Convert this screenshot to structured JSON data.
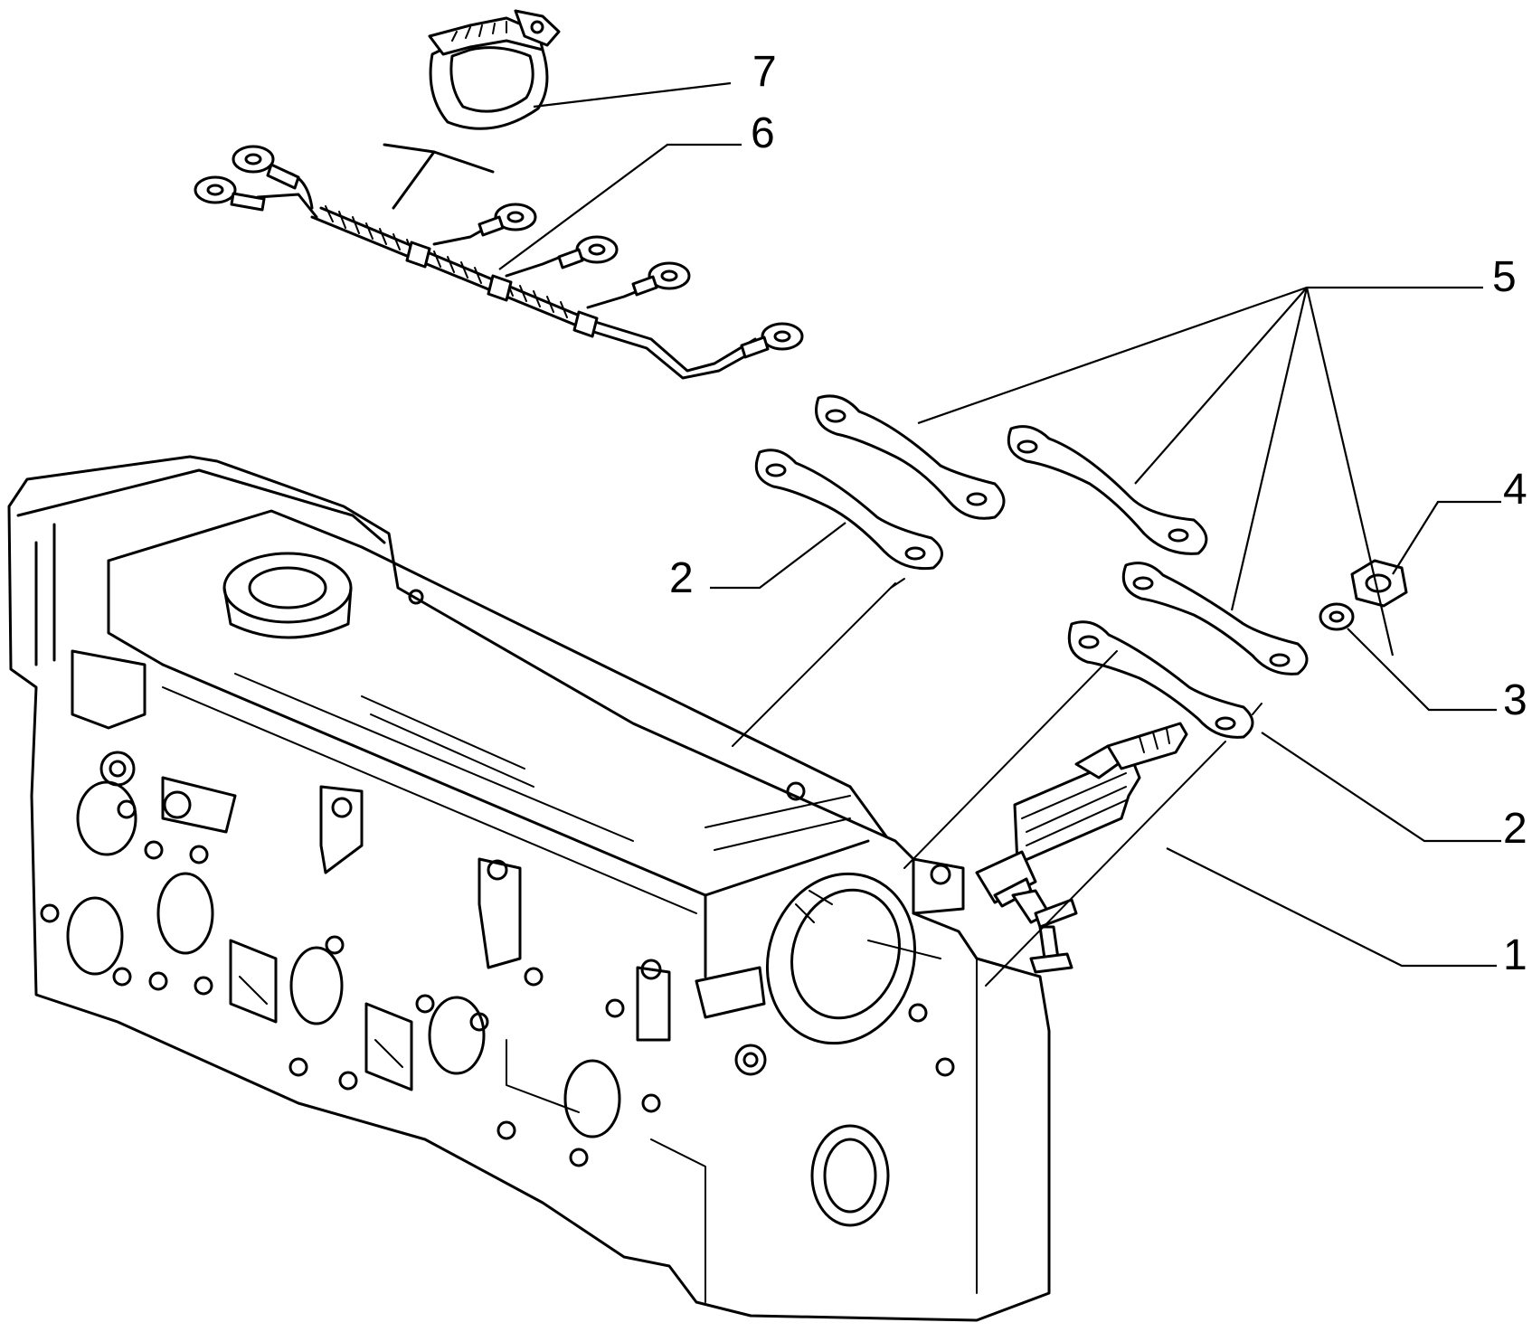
{
  "callouts": {
    "c1": "1",
    "c2_left": "2",
    "c2_right": "2",
    "c3": "3",
    "c4": "4",
    "c5": "5",
    "c6": "6",
    "c7": "7"
  }
}
